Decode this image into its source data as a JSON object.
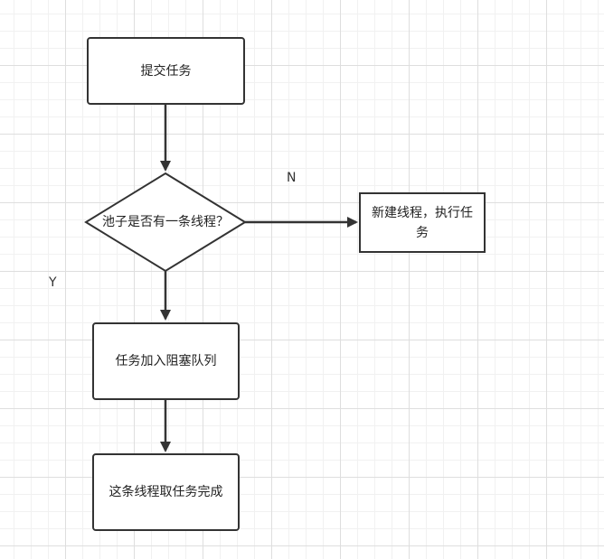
{
  "nodes": {
    "submit_task": "提交任务",
    "decision": "池子是否有一条线程？",
    "new_thread": "新建线程，执行任务",
    "enqueue": "任务加入阻塞队列",
    "thread_take": "这条线程取任务完成"
  },
  "edges": {
    "no_label": "N",
    "yes_label": "Y"
  },
  "colors": {
    "stroke": "#333333",
    "fill": "#ffffff",
    "grid": "#dedede"
  }
}
